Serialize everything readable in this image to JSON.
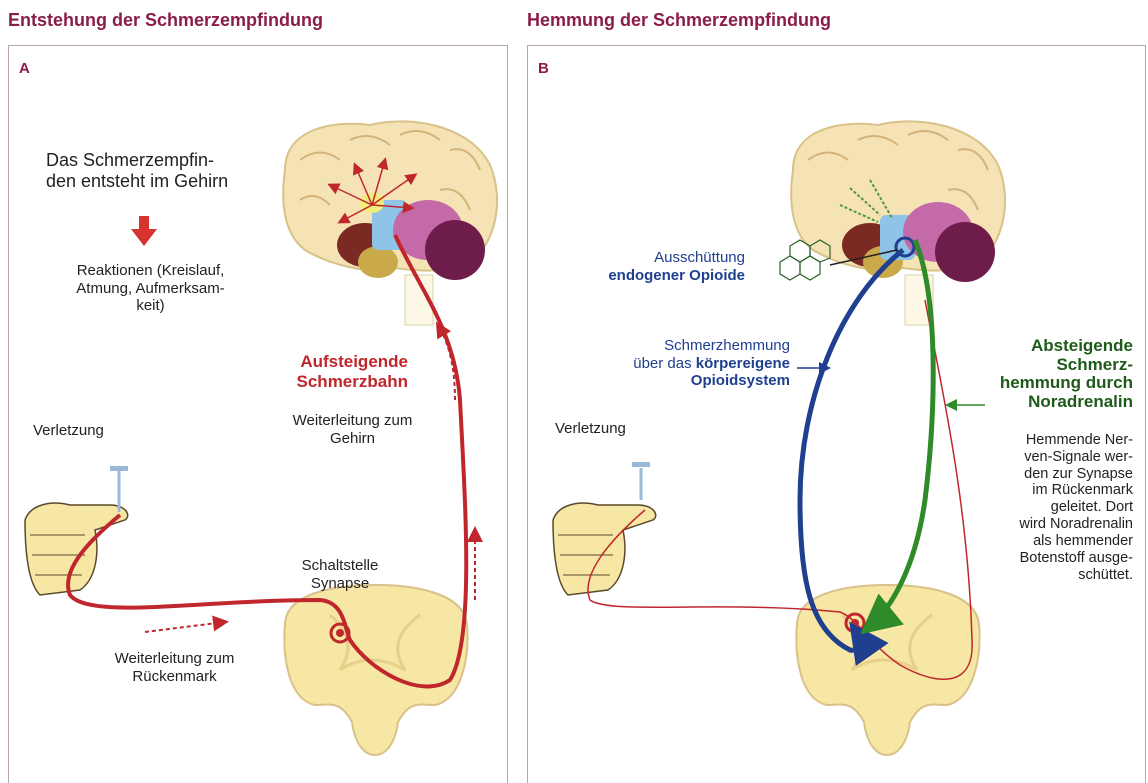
{
  "panel_a": {
    "heading": "Entstehung der Schmerzempfindung",
    "letter": "A",
    "brain_text_line1": "Das Schmerzempfin-",
    "brain_text_line2": "den entsteht im Gehirn",
    "reactions_line1": "Reaktionen (Kreislauf,",
    "reactions_line2": "Atmung, Aufmerksam-",
    "reactions_line3": "keit)",
    "pathway_line1": "Aufsteigende",
    "pathway_line2": "Schmerzbahn",
    "to_brain_line1": "Weiterleitung zum",
    "to_brain_line2": "Gehirn",
    "injury": "Verletzung",
    "synapse_line1": "Schaltstelle",
    "synapse_line2": "Synapse",
    "to_cord_line1": "Weiterleitung zum",
    "to_cord_line2": "Rückenmark"
  },
  "panel_b": {
    "heading": "Hemmung der Schmerzempfindung",
    "letter": "B",
    "release_line1": "Ausschüttung",
    "release_line2": "endogener Opioide",
    "inhibition_line1": "Schmerzhemmung",
    "inhibition_line2a": "über das ",
    "inhibition_line2b": "körpereigene",
    "inhibition_line3": "Opioidsystem",
    "descending_line1": "Absteigende",
    "descending_line2": "Schmerz-",
    "descending_line3": "hemmung durch",
    "descending_line4": "Noradrenalin",
    "injury": "Verletzung",
    "desc_text": [
      "Hemmende Ner-",
      "ven-Signale wer-",
      "den zur Synapse",
      "im Rückenmark",
      "geleitet. Dort",
      "wird Noradrenalin",
      "als hemmender",
      "Botenstoff ausge-",
      "schüttet."
    ]
  },
  "colors": {
    "heading": "#8b1d4a",
    "pain_red": "#c0272d",
    "opioid_blue": "#1f3f8f",
    "noradrenalin_green": "#2f8a2a",
    "spinal_cord": "#f7e7a4"
  },
  "icons": [
    "brain-illustration",
    "thumb-illustration",
    "needle-icon",
    "spinal-cord-illustration",
    "opioid-molecule-icon",
    "down-arrow-icon"
  ]
}
